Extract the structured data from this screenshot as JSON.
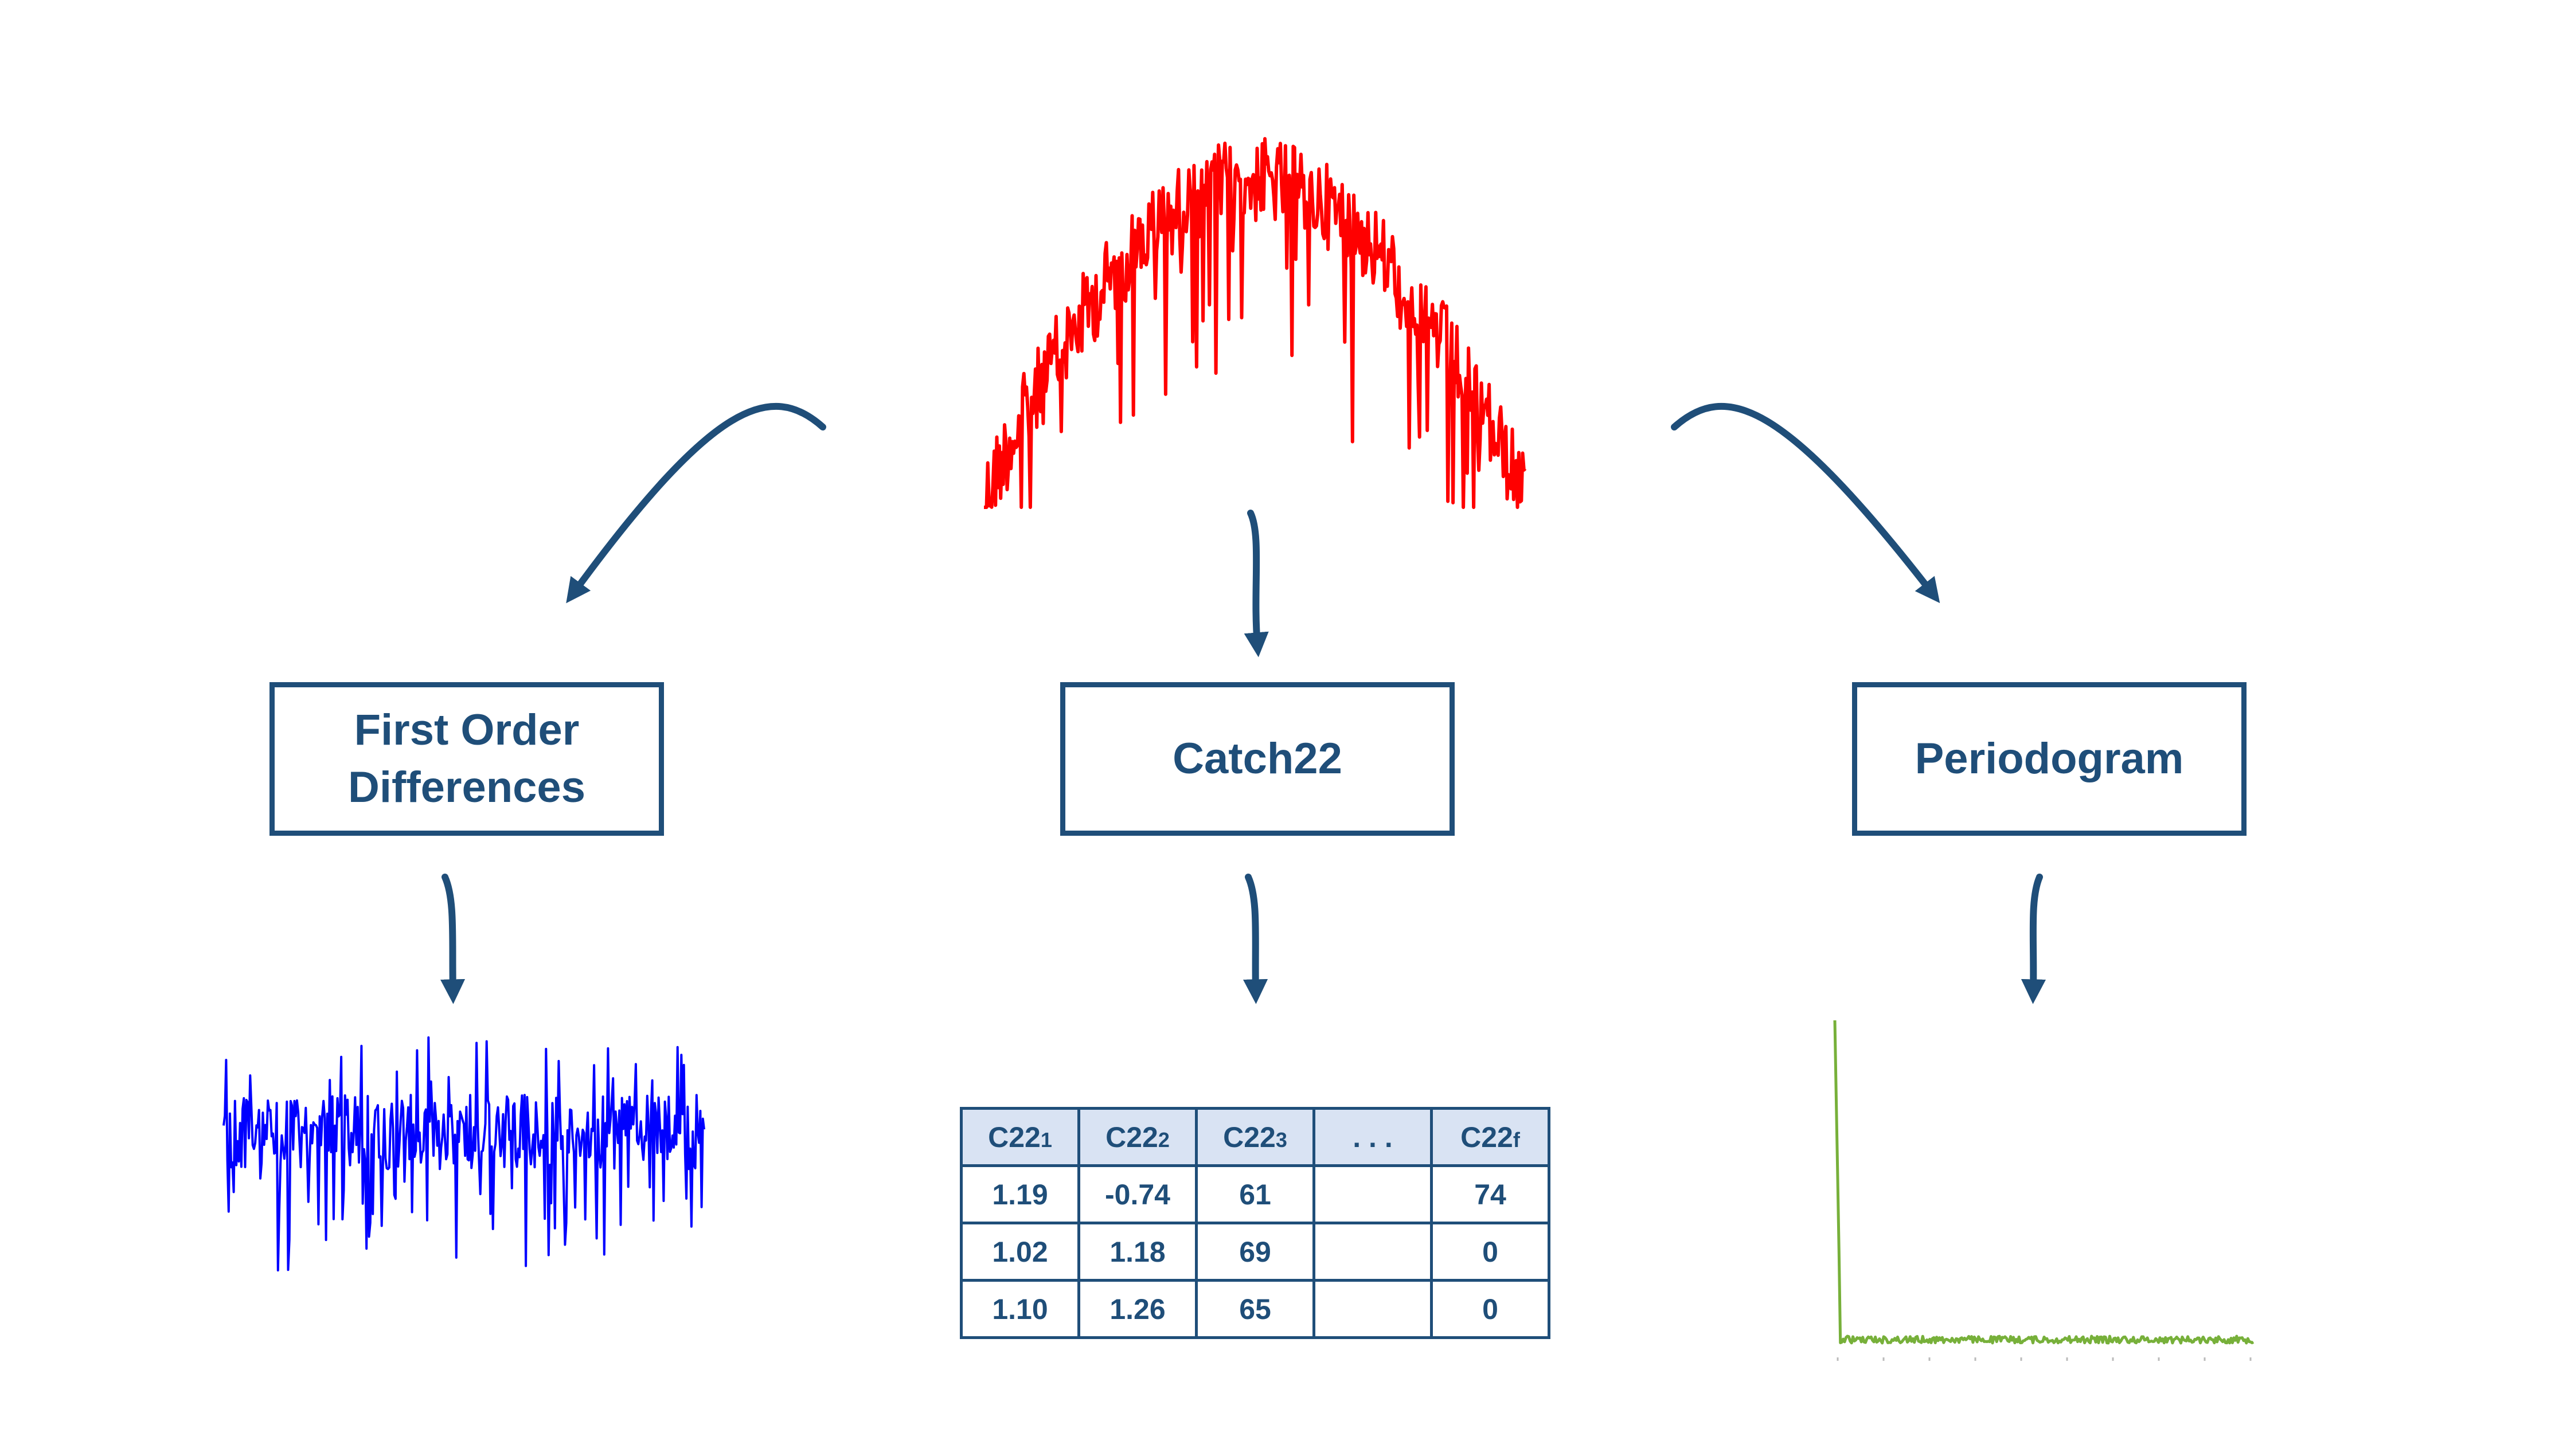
{
  "boxes": {
    "first_order_line1": "First Order",
    "first_order_line2": "Differences",
    "catch22": "Catch22",
    "periodogram": "Periodogram"
  },
  "table": {
    "headers": [
      {
        "base": "C22",
        "sub": "1"
      },
      {
        "base": "C22",
        "sub": "2"
      },
      {
        "base": "C22",
        "sub": "3"
      },
      {
        "base": ". . .",
        "sub": ""
      },
      {
        "base": "C22",
        "sub": "f"
      }
    ],
    "rows": [
      [
        "1.19",
        "-0.74",
        "61",
        "",
        "74"
      ],
      [
        "1.02",
        "1.18",
        "69",
        "",
        "0"
      ],
      [
        "1.10",
        "1.26",
        "65",
        "",
        "0"
      ]
    ]
  },
  "colors": {
    "arrow": "#1f4e79",
    "box_border": "#1f4e79",
    "text": "#1f4e79",
    "original_series": "#ff0000",
    "difference_series": "#0000ff",
    "periodogram_series": "#77b03a",
    "table_header_bg": "#d9e3f3"
  }
}
